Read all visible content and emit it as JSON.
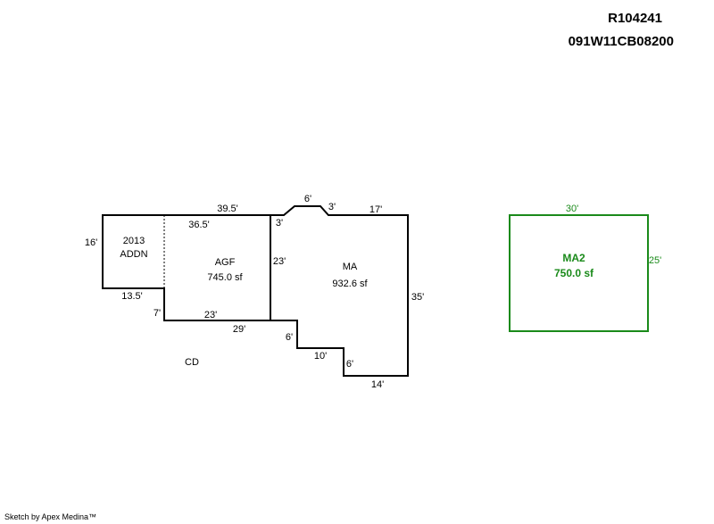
{
  "header": {
    "parcel_id": "R104241",
    "map_number": "091W11CB08200"
  },
  "sketch": {
    "addition": {
      "year": "2013",
      "label": "ADDN"
    },
    "agf": {
      "label": "AGF",
      "area": "745.0 sf"
    },
    "ma": {
      "label": "MA",
      "area": "932.6 sf"
    },
    "cd": {
      "label": "CD"
    },
    "ma2": {
      "label": "MA2",
      "area": "750.0 sf"
    },
    "dimensions": {
      "top_left": "39.5'",
      "inner_top": "36.5'",
      "left_side": "16'",
      "addn_bottom": "13.5'",
      "step_down": "7'",
      "agf_bottom": "23'",
      "agf_right": "23'",
      "bottom_29": "29'",
      "notch_left": "3'",
      "notch_top": "6'",
      "notch_right": "3'",
      "ma_top": "17'",
      "ma_right": "35'",
      "step1_vertical": "6'",
      "step1_horizontal": "10'",
      "step2_vertical": "6'",
      "bottom_14": "14'",
      "ma2_top": "30'",
      "ma2_right": "25'"
    },
    "colors": {
      "outline": "#000000",
      "ma2": "#1a8a1a"
    }
  },
  "footer": {
    "credit": "Sketch by Apex Medina™"
  }
}
